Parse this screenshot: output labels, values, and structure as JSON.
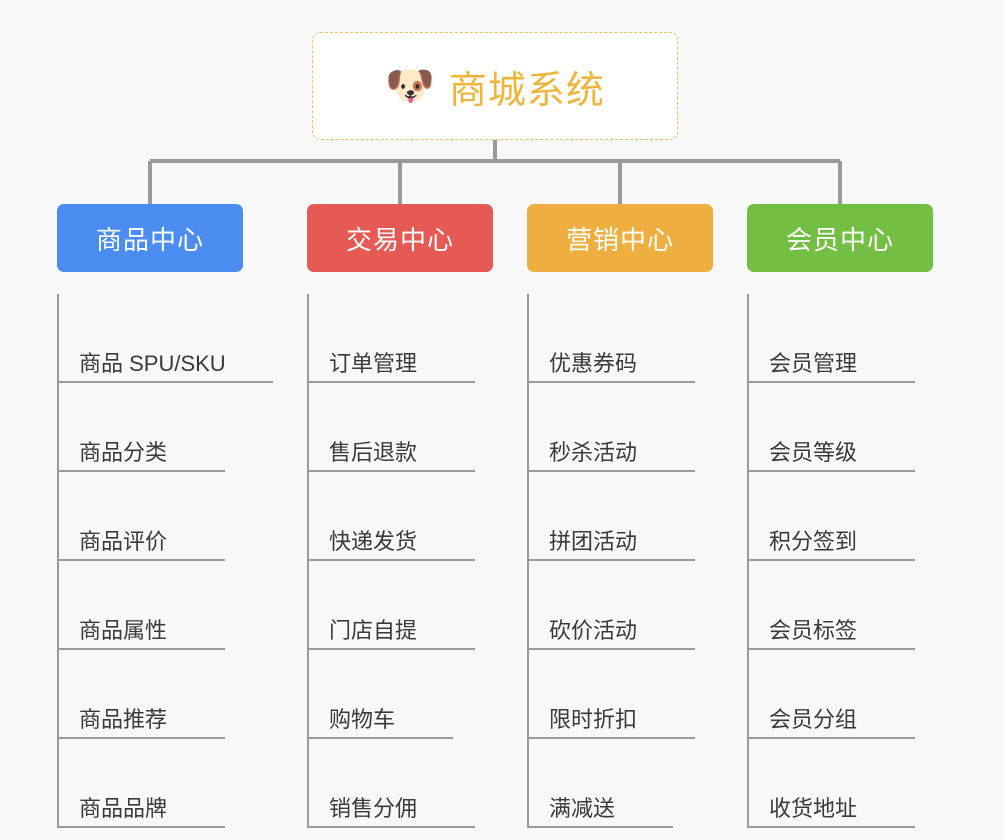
{
  "diagram": {
    "type": "org-tree",
    "background_color": "#f8f8f8",
    "root": {
      "icon": "dog-face-emoji",
      "icon_glyph": "🐶",
      "title": "商城系统",
      "text_color": "#f0b43c",
      "border_color": "#e8bd6a",
      "background_color": "#ffffff"
    },
    "connector_color": "#9a9a9a",
    "branches": [
      {
        "label": "商品中心",
        "color": "#4a8cf0",
        "items": [
          "商品 SPU/SKU",
          "商品分类",
          "商品评价",
          "商品属性",
          "商品推荐",
          "商品品牌"
        ]
      },
      {
        "label": "交易中心",
        "color": "#e65a55",
        "items": [
          "订单管理",
          "售后退款",
          "快递发货",
          "门店自提",
          "购物车",
          "销售分佣"
        ]
      },
      {
        "label": "营销中心",
        "color": "#eeaf40",
        "items": [
          "优惠券码",
          "秒杀活动",
          "拼团活动",
          "砍价活动",
          "限时折扣",
          "满减送"
        ]
      },
      {
        "label": "会员中心",
        "color": "#72bf44",
        "items": [
          "会员管理",
          "会员等级",
          "积分签到",
          "会员标签",
          "会员分组",
          "收货地址"
        ]
      }
    ]
  }
}
